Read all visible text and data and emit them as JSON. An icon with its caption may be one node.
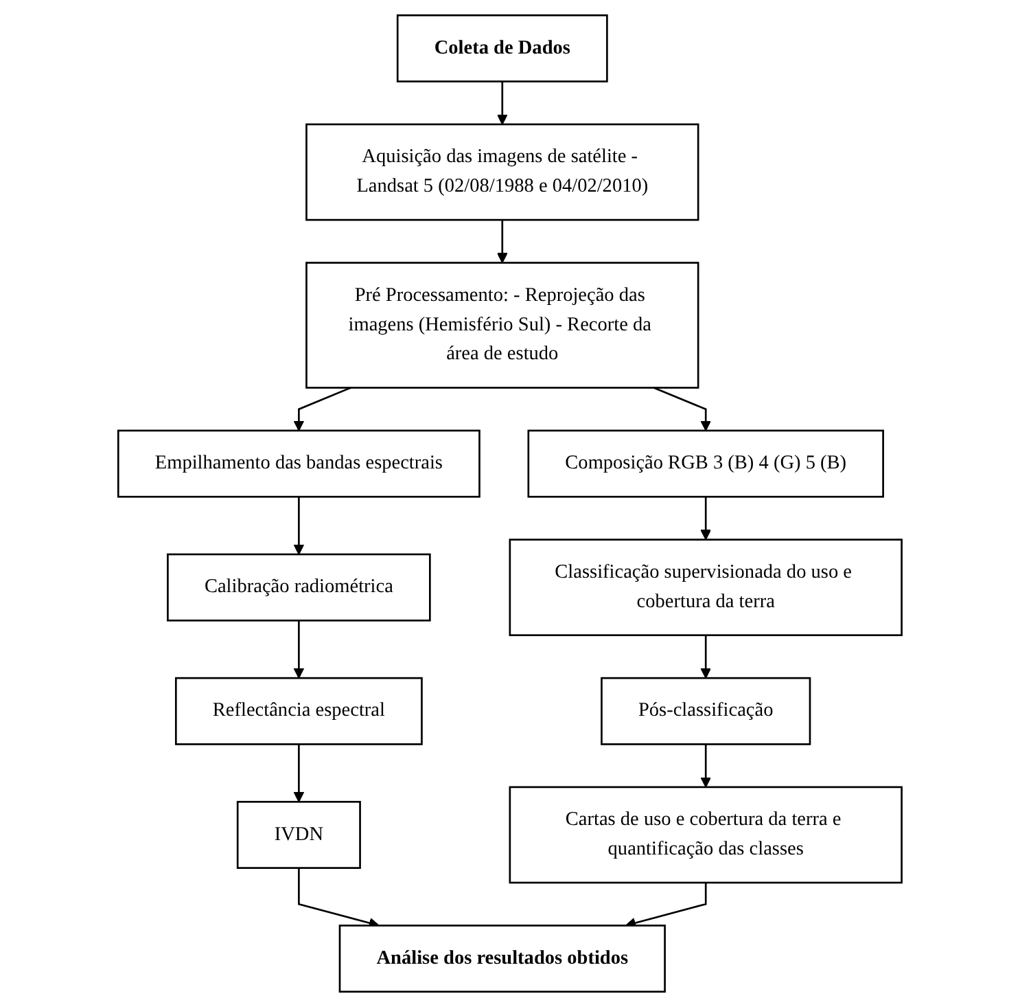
{
  "diagram": {
    "nodes": [
      {
        "text": [
          "Coleta de Dados"
        ]
      },
      {
        "text": [
          "Aquisição das imagens de satélite - Landsat 5 (02/08/1988 e 04/02/2010)"
        ]
      },
      {
        "text": [
          "Pré Processamento: - Reprojeção das imagens (Hemisfério Sul) - Recorte da área de estudo"
        ]
      },
      {
        "text": [
          "Composição RGB 3 (B) 4 (G) 5 (B)"
        ]
      },
      {
        "text": [
          "Classificação supervisionada do uso e cobertura da terra"
        ]
      },
      {
        "text": [
          "Pós-classificação"
        ]
      },
      {
        "text": [
          "Cartas de uso e cobertura da terra e quantificação das classes"
        ]
      },
      {
        "text": [
          "Empilhamento das bandas espectrais"
        ]
      },
      {
        "text": [
          "Calibração radiométrica"
        ]
      },
      {
        "text": [
          "Reflectância espectral"
        ]
      },
      {
        "text": [
          "IVDN"
        ]
      },
      {
        "text": [
          "Análise dos resultados obtidos"
        ]
      }
    ],
    "edges": [
      {
        "from": 0,
        "to": 1,
        "arrow": "to"
      },
      {
        "from": 1,
        "to": 2,
        "arrow": "to"
      },
      {
        "from": 2,
        "to": 7,
        "arrow": "to"
      },
      {
        "from": 2,
        "to": 3,
        "arrow": "to"
      },
      {
        "from": 3,
        "to": 4,
        "arrow": "to"
      },
      {
        "from": 4,
        "to": 5,
        "arrow": "to"
      },
      {
        "from": 5,
        "to": 6,
        "arrow": "to"
      },
      {
        "from": 7,
        "to": 8,
        "arrow": "to"
      },
      {
        "from": 8,
        "to": 9,
        "arrow": "to"
      },
      {
        "from": 9,
        "to": 10,
        "arrow": "to"
      },
      {
        "from": 10,
        "to": 11,
        "arrow": "to"
      },
      {
        "from": 6,
        "to": 11,
        "arrow": "to"
      }
    ]
  }
}
